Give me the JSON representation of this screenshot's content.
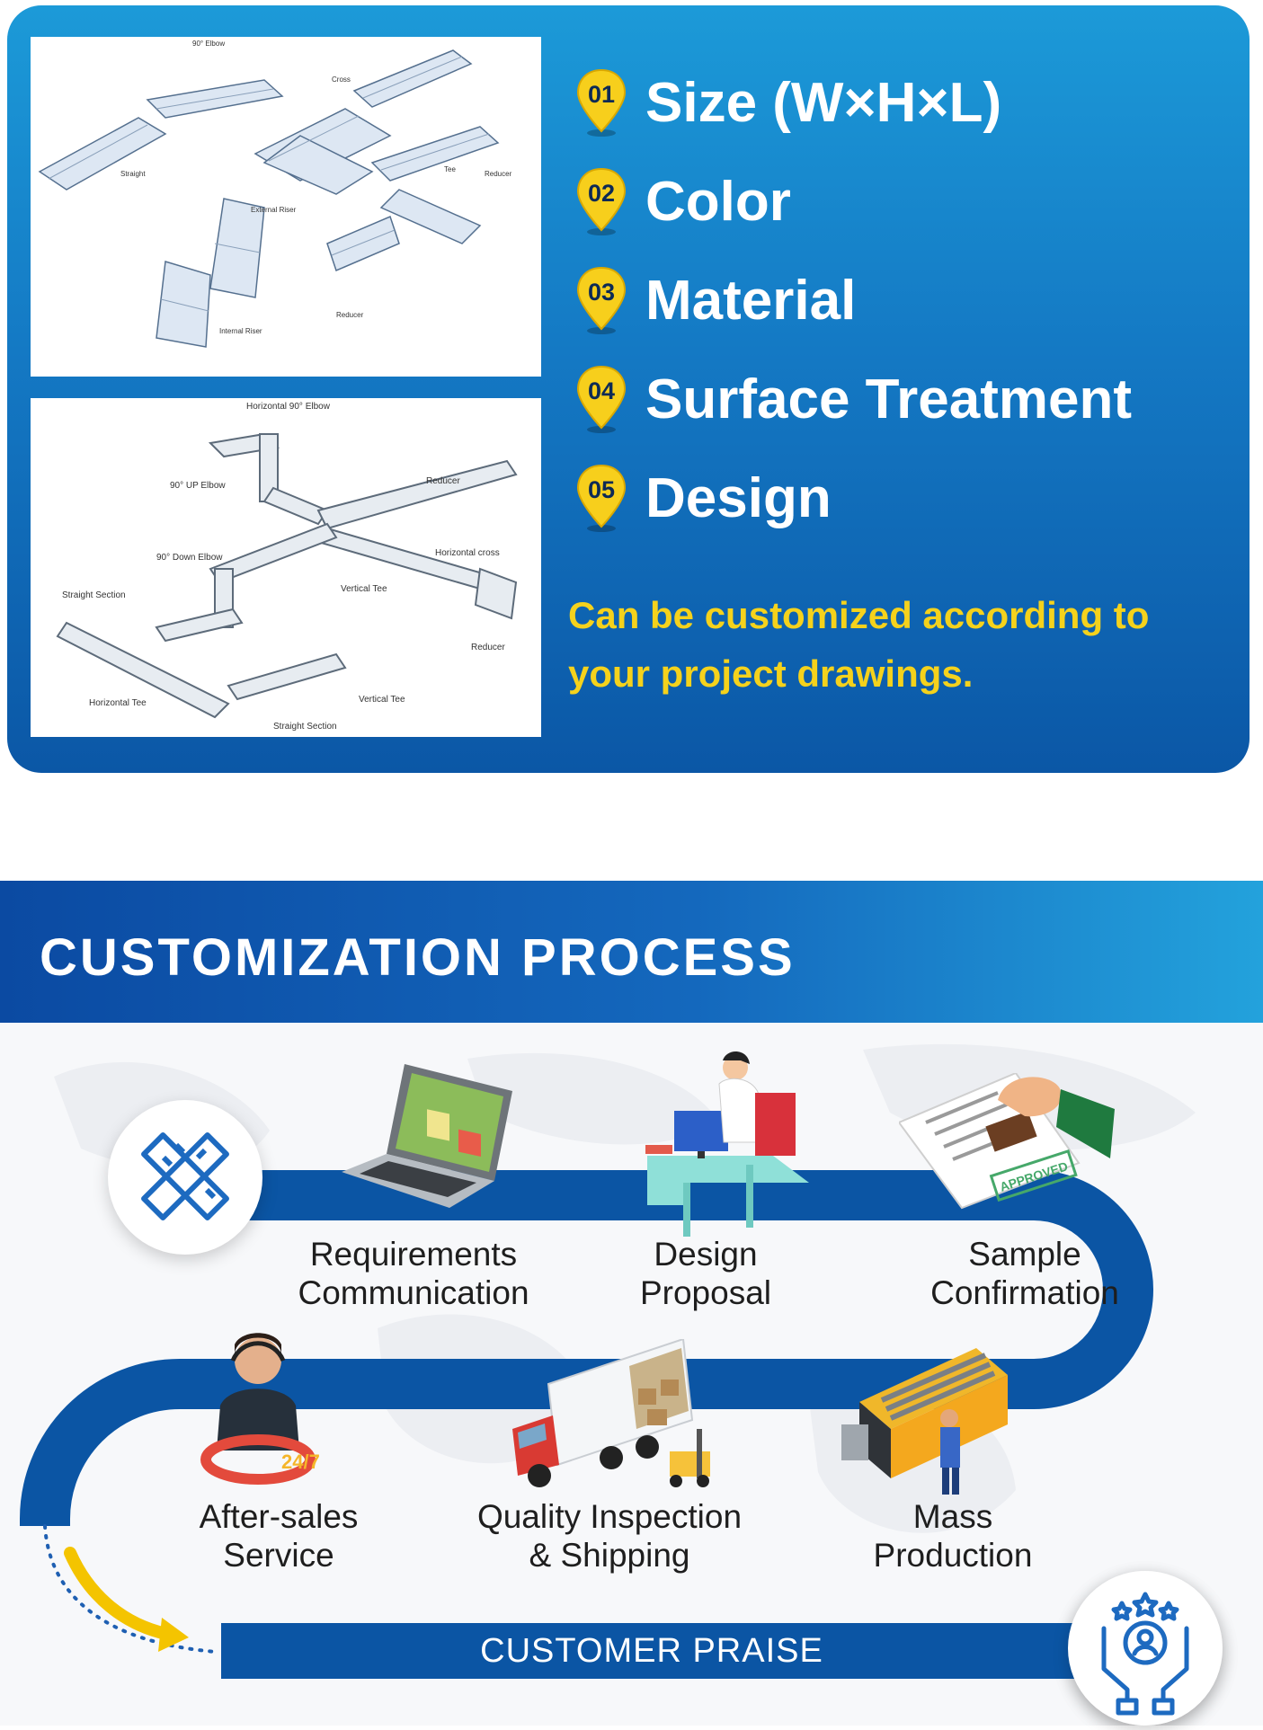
{
  "specs": {
    "items": [
      {
        "num": "01",
        "label": "Size (W×H×L)"
      },
      {
        "num": "02",
        "label": "Color"
      },
      {
        "num": "03",
        "label": "Material"
      },
      {
        "num": "04",
        "label": "Surface Treatment"
      },
      {
        "num": "05",
        "label": "Design"
      }
    ],
    "note_line1": "Can be customized according to",
    "note_line2": "your project drawings."
  },
  "diagram_top": {
    "labels": [
      "90° Elbow",
      "Cross",
      "Straight",
      "Tee",
      "Reducer",
      "External Riser",
      "Internal Riser",
      "Reducer"
    ]
  },
  "diagram_bottom": {
    "labels": [
      "Horizontal 90° Elbow",
      "90° UP Elbow",
      "Reducer",
      "90° Down Elbow",
      "Horizontal cross",
      "Vertical Tee",
      "Straight Section",
      "Reducer",
      "Horizontal Tee",
      "Vertical Tee",
      "Straight Section"
    ]
  },
  "process": {
    "title": "CUSTOMIZATION PROCESS",
    "steps": [
      {
        "line1": "Requirements",
        "line2": "Communication"
      },
      {
        "line1": "Design",
        "line2": "Proposal"
      },
      {
        "line1": "Sample",
        "line2": "Confirmation"
      },
      {
        "line1": "Mass",
        "line2": "Production"
      },
      {
        "line1": "Quality Inspection",
        "line2": "& Shipping"
      },
      {
        "line1": "After-sales",
        "line2": "Service"
      }
    ],
    "praise": "CUSTOMER PRAISE",
    "badge_247": "24/7",
    "stamp_text": "APPROVED"
  },
  "colors": {
    "card_top": "#1c9ad8",
    "card_bottom": "#0b57a6",
    "accent_yellow": "#f5d21c",
    "road_blue": "#0b55a4"
  },
  "icons": [
    "location-pin-icon",
    "ruler-pencil-icon",
    "praise-hands-icon",
    "laptop-icon",
    "desk-icon",
    "stamp-icon",
    "truck-icon",
    "machine-icon",
    "support-agent-icon",
    "curved-arrow-icon"
  ]
}
